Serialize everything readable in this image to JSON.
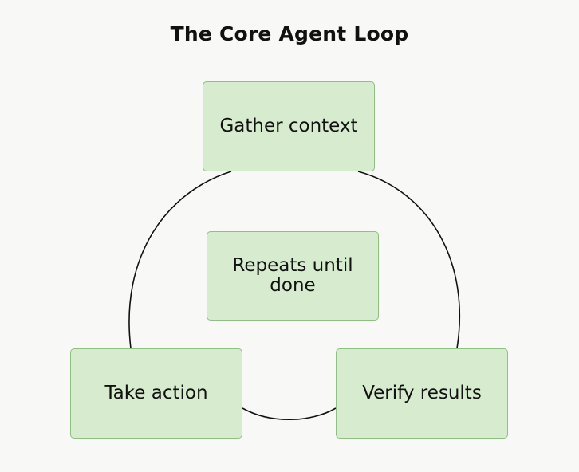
{
  "title": "The Core Agent Loop",
  "nodes": {
    "gather": "Gather context",
    "center": "Repeats until done",
    "take": "Take action",
    "verify": "Verify results"
  },
  "colors": {
    "background": "#f8f8f7",
    "node_fill": "#d7ebcf",
    "node_border": "#8fbf82",
    "line": "#111111",
    "text": "#111111"
  }
}
